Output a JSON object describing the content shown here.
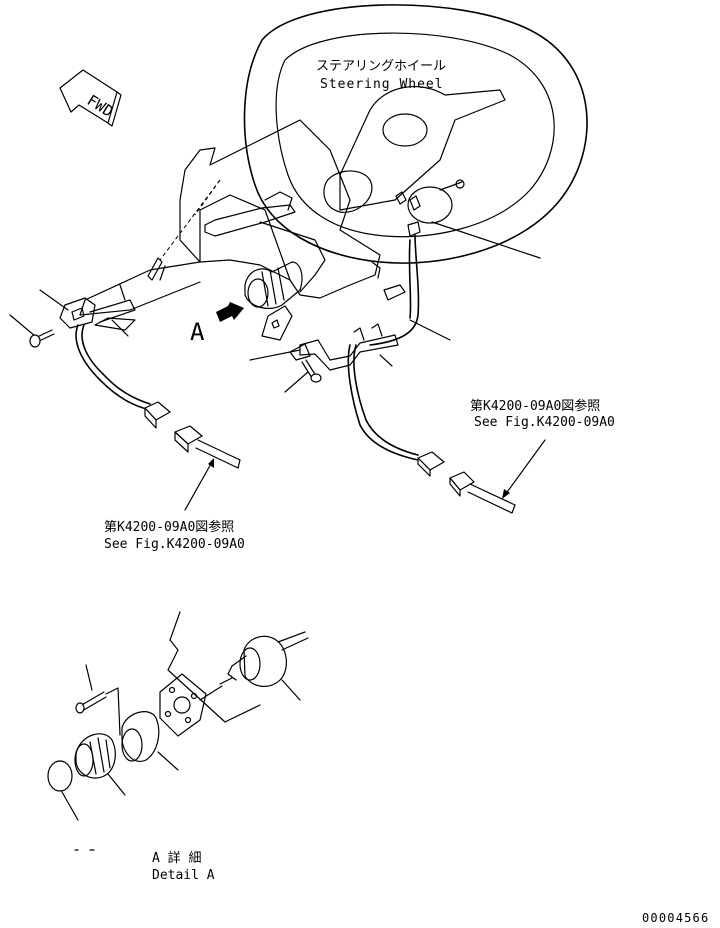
{
  "labels": {
    "steering_wheel_jp": "ステアリングホイール",
    "steering_wheel_en": "Steering Wheel",
    "fwd": "FWD",
    "view_a": "A",
    "ref_right_jp": "第K4200-09A0図参照",
    "ref_right_en": "See Fig.K4200-09A0",
    "ref_left_jp": "第K4200-09A0図参照",
    "ref_left_en": "See Fig.K4200-09A0",
    "detail_jp": "A 詳 細",
    "detail_en": "Detail A",
    "drawing_number": "00004566"
  }
}
